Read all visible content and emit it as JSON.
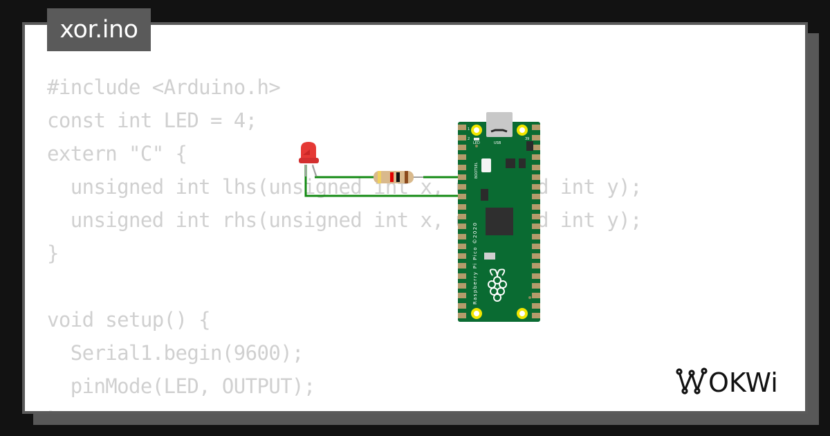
{
  "file": {
    "name": "xor.ino"
  },
  "code": {
    "lines": [
      "#include <Arduino.h>",
      "const int LED = 4;",
      "extern \"C\" {",
      "  unsigned int lhs(unsigned int x, unsigned int y);",
      "  unsigned int rhs(unsigned int x, unsigned int y);",
      "}",
      "",
      "void setup() {",
      "  Serial1.begin(9600);",
      "  pinMode(LED, OUTPUT);",
      "}"
    ]
  },
  "circuit": {
    "board": {
      "name": "Raspberry Pi Pico",
      "silkscreen": "Raspberry Pi Pico ©2020",
      "labels": {
        "led": "LED",
        "usb": "USB",
        "bootsel": "BOOTSEL",
        "pin1": "1",
        "pin2": "2",
        "pin39": "39"
      },
      "color": "#0a6b32"
    },
    "led": {
      "color": "red",
      "hex": "#e53935"
    },
    "resistor": {
      "bands": [
        "#f0d060",
        "#e00000",
        "#111111",
        "#8b4a1c"
      ]
    },
    "wire_color": "#138a13"
  },
  "brand": {
    "logo_text": "WOKWi"
  },
  "colors": {
    "background": "#121212",
    "frame": "#5a5a5a",
    "code_text": "#d0d0d0"
  }
}
